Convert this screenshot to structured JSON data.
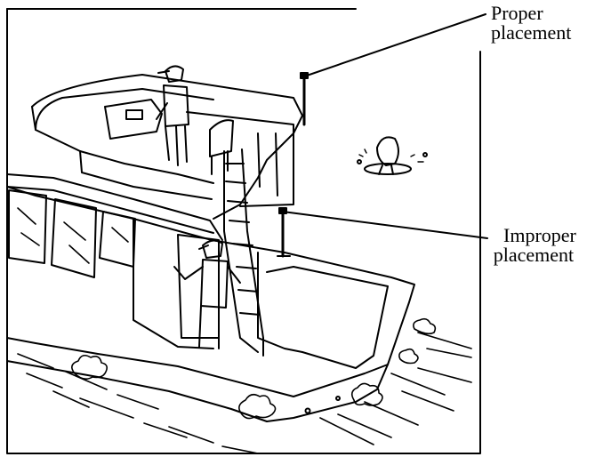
{
  "callouts": {
    "proper": {
      "line1": "Proper",
      "line2": "placement"
    },
    "improper": {
      "line1": "Improper",
      "line2": "placement"
    }
  },
  "icons": {
    "boat": "boat-illustration",
    "fish": "jumping-fish",
    "light_proper": "light-pole-proper",
    "light_improper": "light-pole-improper"
  },
  "colors": {
    "ink": "#000000",
    "paper": "#ffffff"
  }
}
